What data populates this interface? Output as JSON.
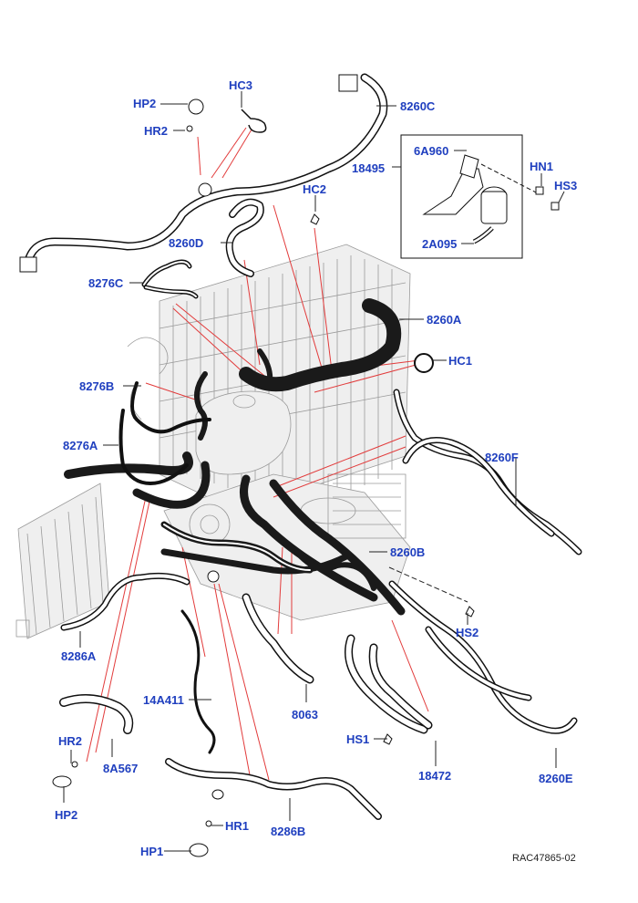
{
  "diagram": {
    "reference": "RAC47865-02",
    "callout_color": "#1f3fbf",
    "leader_color": "#e23b3b",
    "inset_label": "18495",
    "callouts": {
      "hp2_top": "HP2",
      "hr2_top": "HR2",
      "hc3": "HC3",
      "p8260c": "8260C",
      "hc2": "HC2",
      "p8260d": "8260D",
      "p8276c": "8276C",
      "p6a960": "6A960",
      "p18495": "18495",
      "hn1": "HN1",
      "hs3": "HS3",
      "p2a095": "2A095",
      "p8260a": "8260A",
      "hc1": "HC1",
      "p8276b": "8276B",
      "p8276a": "8276A",
      "p8260f": "8260F",
      "p8260b": "8260B",
      "hs2": "HS2",
      "p8286a": "8286A",
      "p14a411": "14A411",
      "p8063": "8063",
      "hr2_bot": "HR2",
      "p8a567": "8A567",
      "hs1": "HS1",
      "p18472": "18472",
      "p8260e": "8260E",
      "hp2_bot": "HP2",
      "hr1": "HR1",
      "p8286b": "8286B",
      "hp1": "HP1"
    }
  }
}
